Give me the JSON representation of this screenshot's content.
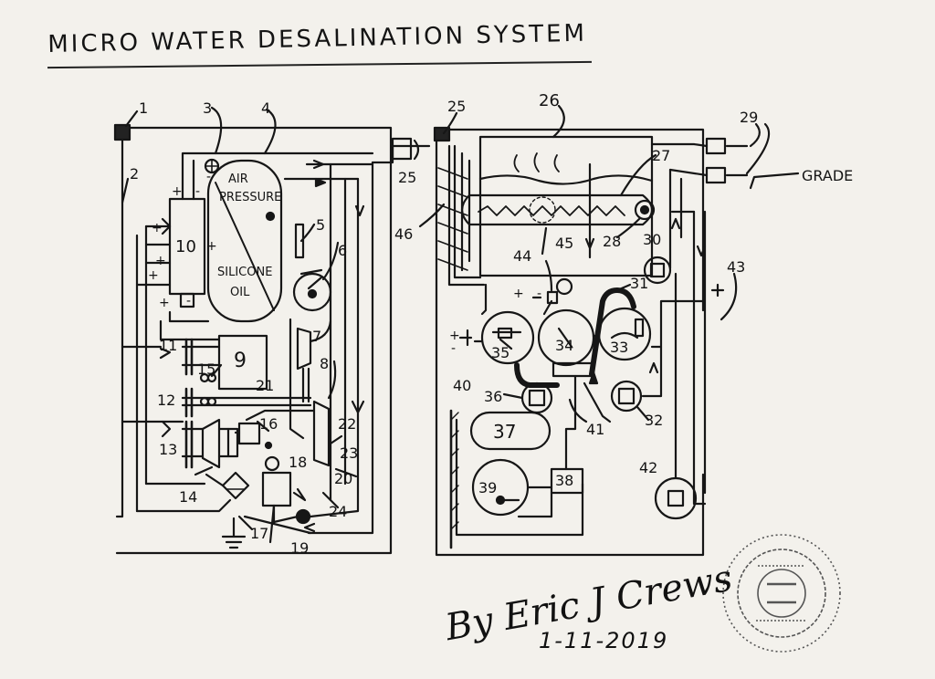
{
  "title": "MICRO WATER DESALINATION SYSTEM",
  "labels": {
    "air_pressure_1": "AIR",
    "air_pressure_2": "PRESSURE",
    "silicone_oil_1": "SILICONE",
    "silicone_oil_2": "OIL",
    "grade": "GRADE"
  },
  "numbers": {
    "n1": "1",
    "n2": "2",
    "n3": "3",
    "n4": "4",
    "n5": "5",
    "n6": "6",
    "n7": "7",
    "n8": "8",
    "n9": "9",
    "n10": "10",
    "n11": "11",
    "n12": "12",
    "n13": "13",
    "n14": "14",
    "n15": "15",
    "n16": "16",
    "n17": "17",
    "n18": "18",
    "n19": "19",
    "n20": "20",
    "n21": "21",
    "n22": "22",
    "n23": "23",
    "n24": "24",
    "n25a": "25",
    "n25b": "25",
    "n26": "26",
    "n27": "27",
    "n28": "28",
    "n29": "29",
    "n30": "30",
    "n31": "31",
    "n32": "32",
    "n33": "33",
    "n34": "34",
    "n35": "35",
    "n36": "36",
    "n37": "37",
    "n38": "38",
    "n39": "39",
    "n40": "40",
    "n41": "41",
    "n42": "42",
    "n43": "43",
    "n44": "44",
    "n45": "45",
    "n46": "46"
  },
  "signature": {
    "name": "By Eric J Crews",
    "date": "1-11-2019"
  },
  "stamp": {
    "kind": "notary-seal"
  }
}
